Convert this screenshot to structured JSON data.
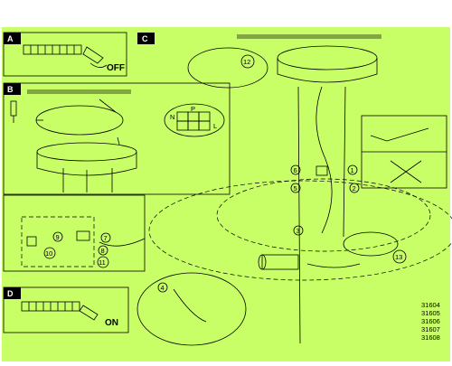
{
  "colors": {
    "background": "#c8ff66",
    "ink": "#000000",
    "paper": "#ffffff"
  },
  "panels": {
    "a": {
      "tag": "A",
      "state": "OFF"
    },
    "b": {
      "tag": "B",
      "wire_labels": [
        "N",
        "P",
        "L"
      ]
    },
    "c": {
      "tag": "C"
    },
    "d": {
      "tag": "D",
      "state": "ON"
    }
  },
  "step_numbers": [
    "1",
    "2",
    "3",
    "4",
    "5",
    "6",
    "7",
    "8",
    "9",
    "10",
    "11",
    "12",
    "13"
  ],
  "model_codes": [
    "31604",
    "31605",
    "31606",
    "31607",
    "31608"
  ],
  "icons": [
    "check-mark-icon",
    "cross-mark-icon",
    "screw-icon",
    "screwdriver-icon",
    "switch-icon"
  ]
}
